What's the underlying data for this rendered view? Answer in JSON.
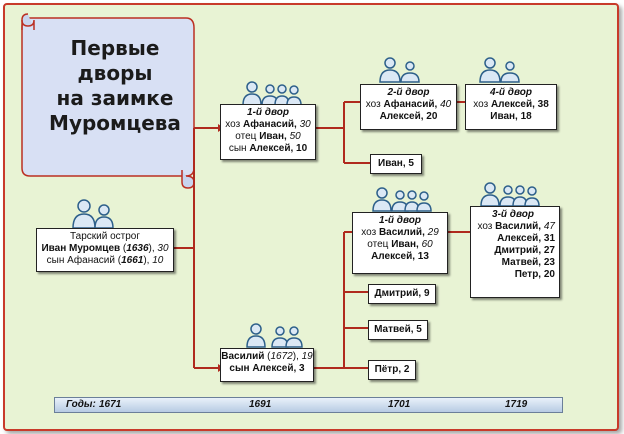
{
  "title": [
    "Первые",
    "дворы",
    "на заимке",
    "Муромцева"
  ],
  "root": {
    "line1": "Тарский острог",
    "line2_name": "Иван Муромцев",
    "line2_year": "1636",
    "line2_age": "30",
    "line3_name": "сын Афанасий",
    "line3_year": "1661",
    "line3_age": "10"
  },
  "dvor1": {
    "header": "1-й двор",
    "rows": [
      {
        "prefix": "хоз",
        "name": "Афанасий,",
        "age": "30"
      },
      {
        "prefix": "отец",
        "name": "Иван,",
        "age": "50"
      },
      {
        "prefix": "сын",
        "name": "Алексей, 10",
        "age": ""
      }
    ]
  },
  "vasiliy_root": {
    "name": "Василий",
    "year": "1672",
    "age": "19",
    "son": "сын Алексей, 3"
  },
  "dvor2": {
    "header": "2-й двор",
    "row1_prefix": "хоз",
    "row1_name": "Афанасий,",
    "row1_age": "40",
    "row2": "Алексей, 20"
  },
  "dvor4": {
    "header": "4-й двор",
    "row1_prefix": "хоз",
    "row1_name": "Алексей, 38",
    "row2": "Иван, 18"
  },
  "ivan5": "Иван, 5",
  "dvor1b": {
    "header": "1-й двор",
    "row1_prefix": "хоз",
    "row1_name": "Василий,",
    "row1_age": "29",
    "row2_prefix": "отец",
    "row2_name": "Иван,",
    "row2_age": "60",
    "row3": "Алексей, 13"
  },
  "dvor3": {
    "header": "3-й двор",
    "row1_prefix": "хоз",
    "row1_name": "Василий,",
    "row1_age": "47",
    "rows": [
      "Алексей, 31",
      "Дмитрий, 27",
      "Матвей, 23",
      "Петр, 20"
    ]
  },
  "dmitriy": "Дмитрий, 9",
  "matvey": "Матвей, 5",
  "petr": "Пётр, 2",
  "timeline": {
    "label": "Годы:",
    "years": [
      "1671",
      "1691",
      "1701",
      "1719"
    ]
  },
  "colors": {
    "frame_bg": "#e8f3d4",
    "frame_border": "#c83a2a",
    "connector": "#b02a1e",
    "title_bg": "#d8e0f4",
    "icon_fill": "#dbe8f5",
    "icon_stroke": "#2d5f8a"
  }
}
